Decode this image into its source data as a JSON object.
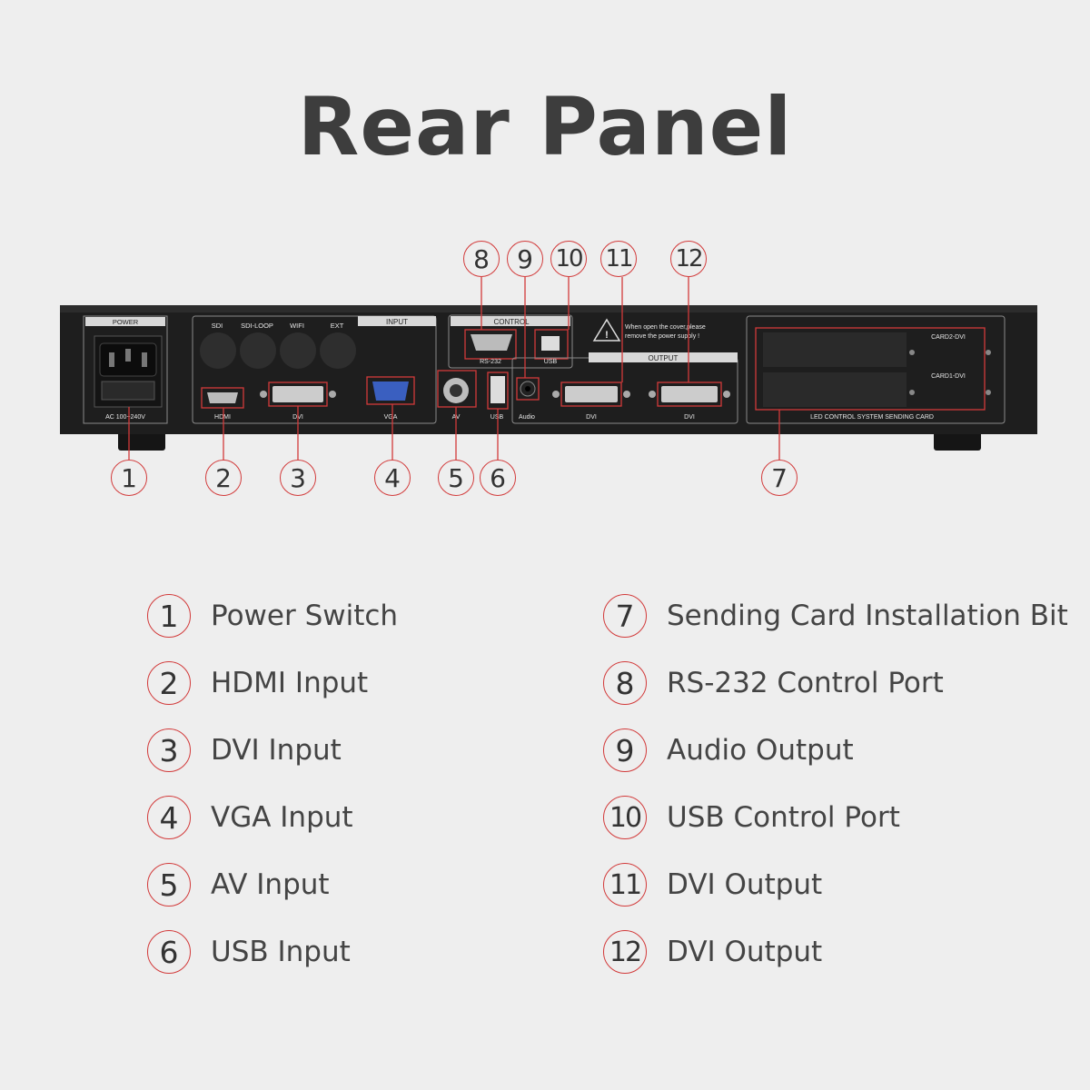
{
  "title": "Rear Panel",
  "device": {
    "panel_labels": {
      "power": "POWER",
      "power_rating": "AC 100~240V",
      "input": "INPUT",
      "sdi": "SDI",
      "sdi_loop": "SDI-LOOP",
      "wifi": "WIFI",
      "ext": "EXT",
      "hdmi": "HDMI",
      "dvi_in": "DVI",
      "vga": "VGA",
      "av": "AV",
      "usb_in": "USB",
      "control": "CONTROL",
      "rs232": "RS-232",
      "usb_ctrl": "USB",
      "warning": "When open the cover,please",
      "warning2": "remove the power supply !",
      "output": "OUTPUT",
      "audio": "Audio",
      "dvi_out1": "DVI",
      "dvi_out2": "DVI",
      "card2": "CARD2-DVI",
      "card1": "CARD1-DVI",
      "sending_card": "LED CONTROL SYSTEM SENDING CARD"
    }
  },
  "callouts_top": [
    "8",
    "9",
    "10",
    "11",
    "12"
  ],
  "callouts_bottom": [
    "1",
    "2",
    "3",
    "4",
    "5",
    "6",
    "7"
  ],
  "legend": [
    {
      "num": "1",
      "text": "Power Switch"
    },
    {
      "num": "2",
      "text": "HDMI Input"
    },
    {
      "num": "3",
      "text": "DVI Input"
    },
    {
      "num": "4",
      "text": "VGA Input"
    },
    {
      "num": "5",
      "text": "AV Input"
    },
    {
      "num": "6",
      "text": "USB Input"
    },
    {
      "num": "7",
      "text": "Sending Card Installation Bit"
    },
    {
      "num": "8",
      "text": "RS-232 Control Port"
    },
    {
      "num": "9",
      "text": "Audio Output"
    },
    {
      "num": "10",
      "text": "USB Control Port"
    },
    {
      "num": "11",
      "text": "DVI Output"
    },
    {
      "num": "12",
      "text": "DVI Output"
    }
  ],
  "colors": {
    "accent": "#d23a3a",
    "panel": "#1c1c1c",
    "background": "#eeeeee",
    "text": "#444444"
  }
}
